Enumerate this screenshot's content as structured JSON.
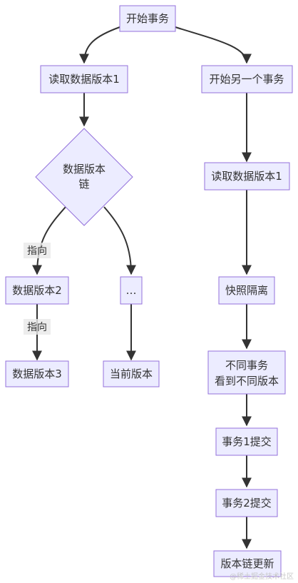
{
  "flowchart": {
    "nodes": {
      "start_tx": "开始事务",
      "read_v1_left": "读取数据版本1",
      "start_other_tx": "开始另一个事务",
      "version_chain_line1": "数据版本",
      "version_chain_line2": "链",
      "read_v1_right": "读取数据版本1",
      "version2": "数据版本2",
      "ellipsis": "…",
      "snapshot": "快照隔离",
      "version3": "数据版本3",
      "current_version": "当前版本",
      "diff_line1": "不同事务",
      "diff_line2": "看到不同版本",
      "tx1_commit": "事务1提交",
      "tx2_commit": "事务2提交",
      "chain_update": "版本链更新"
    },
    "edge_labels": {
      "points_to_a": "指向",
      "points_to_b": "指向"
    }
  },
  "footer": {
    "watermark": "@稀土掘金技术社区"
  },
  "colors": {
    "node_fill": "#ECECFF",
    "node_stroke": "#9370DB",
    "edge": "#333333"
  }
}
